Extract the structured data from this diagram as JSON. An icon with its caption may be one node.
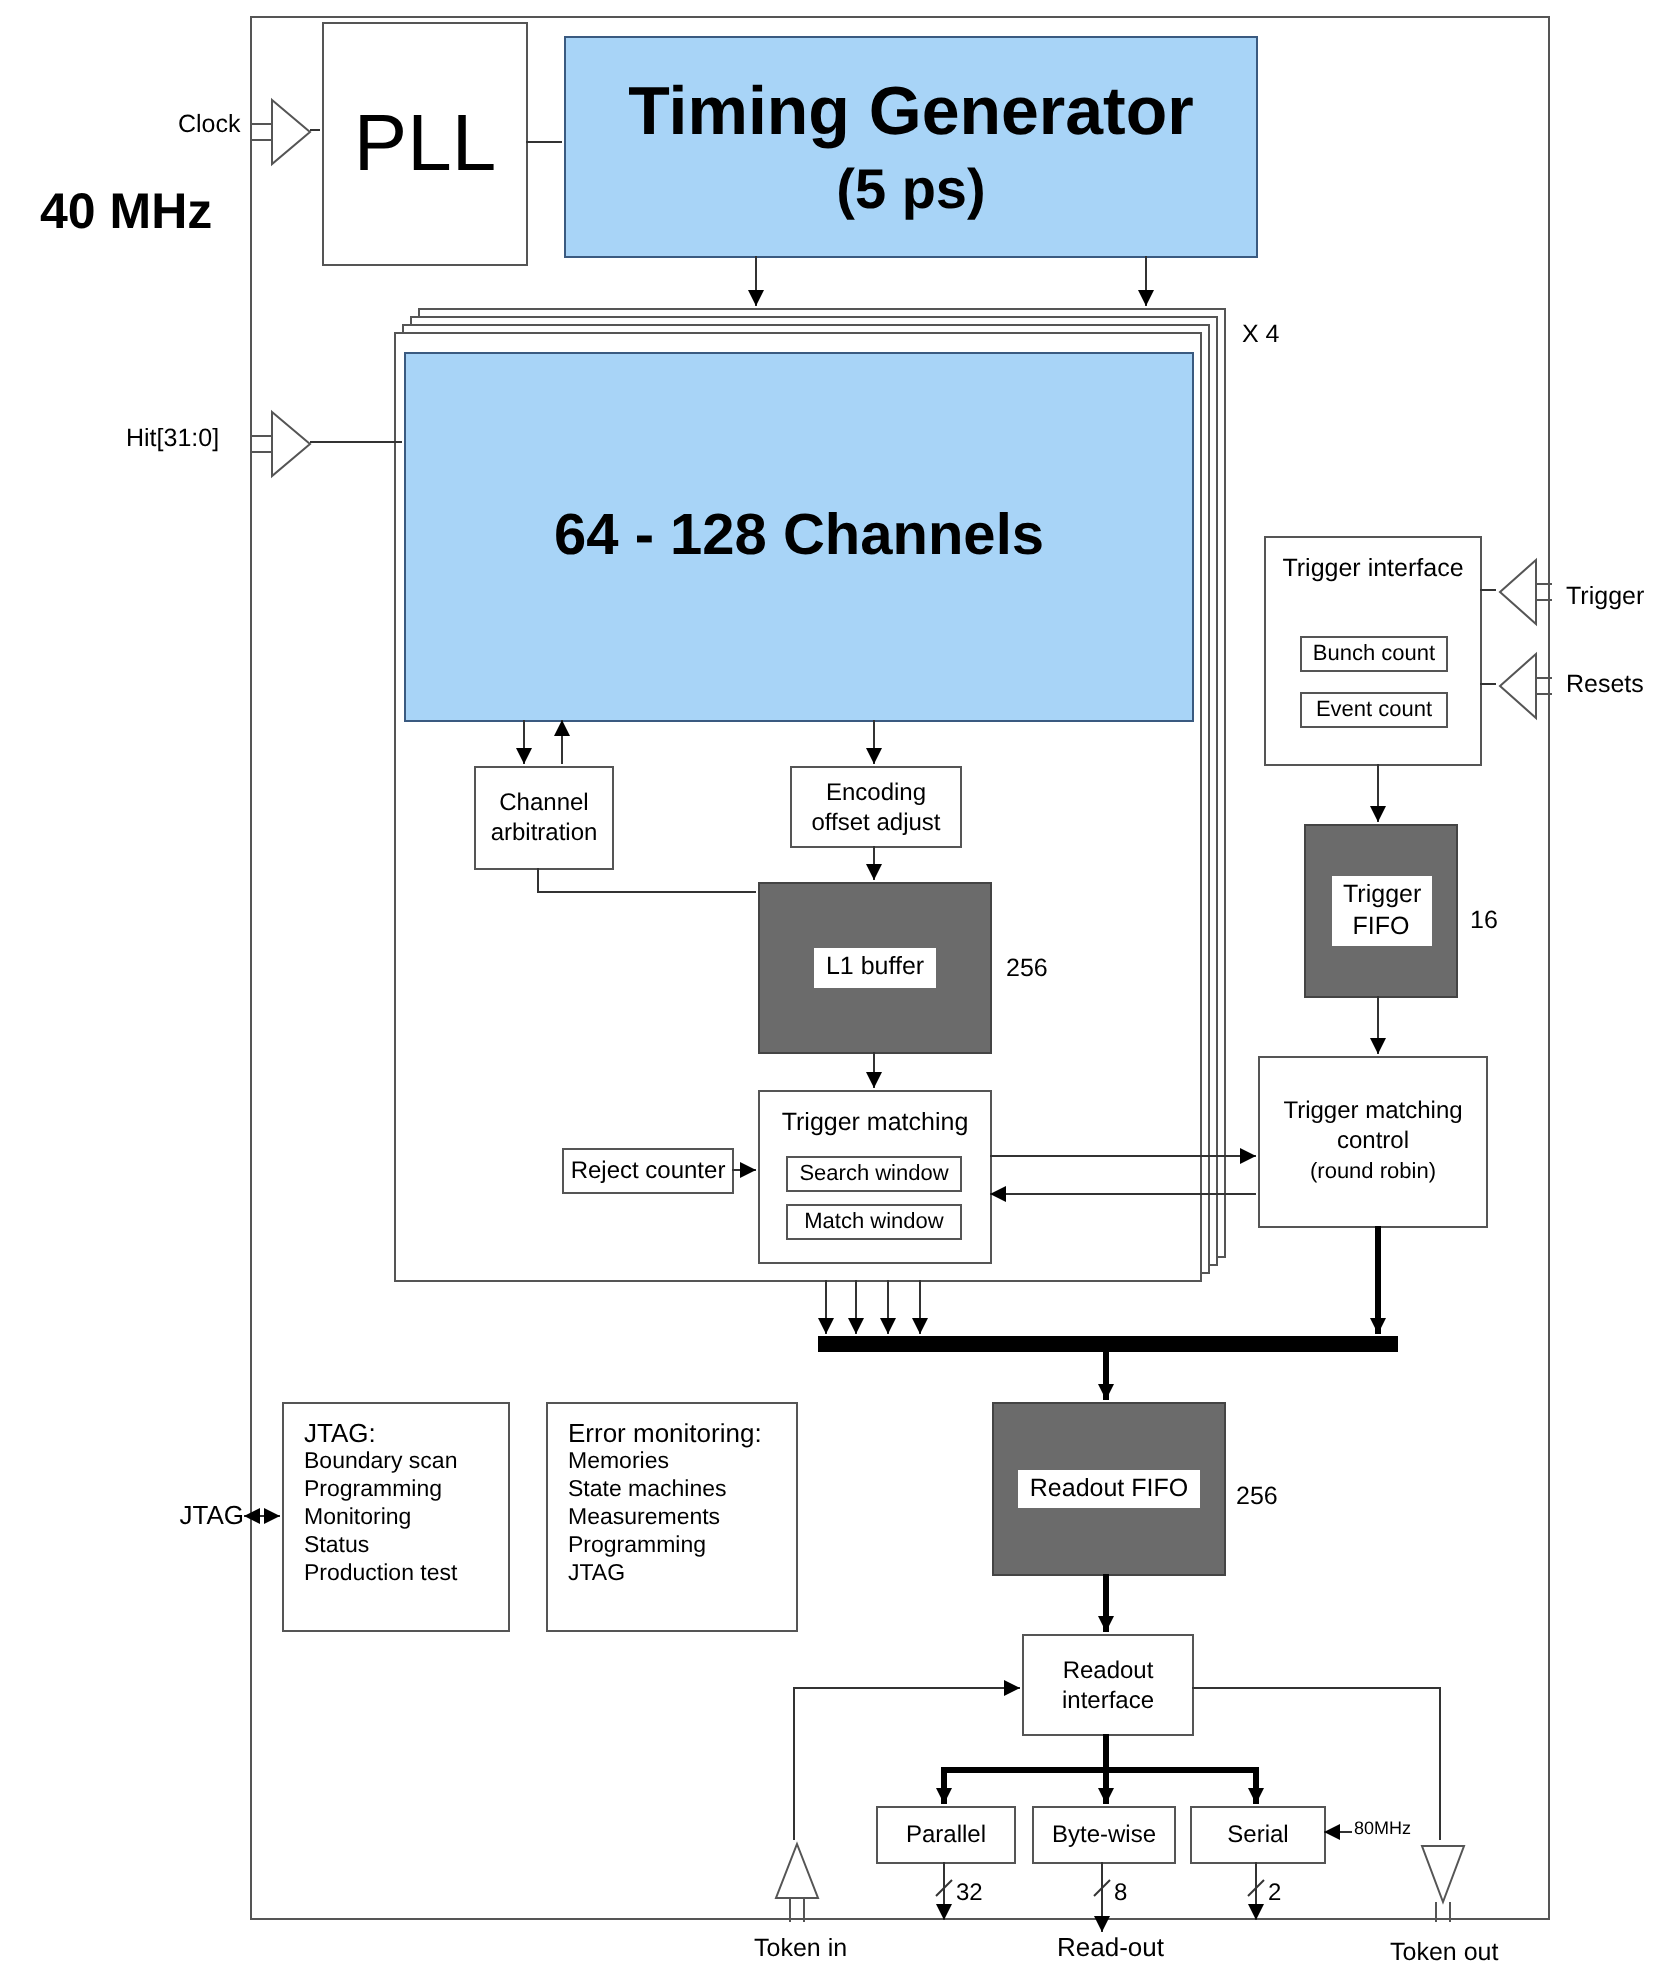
{
  "diagram": {
    "nodes": [
      {
        "text": [],
        "shape": "box"
      },
      {
        "text": [
          "PLL"
        ],
        "in": 0
      },
      {
        "text": [
          "Timing Generator",
          "(5 ps)"
        ],
        "in": 0
      },
      {
        "text": [],
        "shape": "box",
        "in": 0,
        "beside": [
          "X 4"
        ]
      },
      {
        "text": [
          "64 - 128 Channels"
        ],
        "in": 3
      },
      {
        "text": [
          "Channel arbitration"
        ],
        "in": 3
      },
      {
        "text": [
          "Encoding offset adjust"
        ],
        "in": 3
      },
      {
        "text": [
          "L1 buffer"
        ],
        "in": 3,
        "beside": [
          "256"
        ]
      },
      {
        "text": [
          "Trigger matching"
        ],
        "in": 3
      },
      {
        "text": [
          "Search window"
        ],
        "in": 8
      },
      {
        "text": [
          "Match window"
        ],
        "in": 8
      },
      {
        "text": [
          "Reject counter"
        ],
        "in": 3
      },
      {
        "text": [
          "Trigger interface"
        ],
        "in": 0
      },
      {
        "text": [
          "Bunch count"
        ],
        "in": 12
      },
      {
        "text": [
          "Event count"
        ],
        "in": 12
      },
      {
        "text": [
          "Trigger FIFO"
        ],
        "in": 0,
        "beside": [
          "16"
        ]
      },
      {
        "text": [
          "Trigger matching control",
          "(round robin)"
        ],
        "in": 0
      },
      {
        "text": [],
        "shape": "bar",
        "in": 0
      },
      {
        "text": [
          "Readout FIFO"
        ],
        "in": 0,
        "beside": [
          "256"
        ]
      },
      {
        "text": [
          "JTAG:",
          "Boundary scan",
          "Programming",
          "Monitoring",
          "Status",
          "Production test"
        ],
        "in": 0
      },
      {
        "text": [
          "Error monitoring:",
          "Memories",
          "State machines",
          "Measurements",
          "Programming",
          "JTAG"
        ],
        "in": 0
      },
      {
        "text": [
          "Readout interface"
        ],
        "in": 0
      },
      {
        "text": [
          "Parallel"
        ],
        "in": 0
      },
      {
        "text": [
          "Byte-wise"
        ],
        "in": 0
      },
      {
        "text": [
          "Serial"
        ],
        "in": 0
      },
      {
        "text": [],
        "shape": "triangle",
        "in": 0,
        "beside": [
          "Clock"
        ]
      },
      {
        "text": [],
        "shape": "triangle",
        "in": 0,
        "beside": [
          "Hit[31:0]"
        ]
      },
      {
        "text": [],
        "shape": "triangle",
        "in": 0,
        "beside": [
          "Trigger"
        ]
      },
      {
        "text": [],
        "shape": "triangle",
        "in": 0,
        "beside": [
          "Resets"
        ]
      },
      {
        "text": [],
        "shape": "triangle",
        "in": 0,
        "beside": [
          "Token in"
        ]
      },
      {
        "text": [],
        "shape": "triangle",
        "in": 0,
        "beside": [
          "Token out"
        ]
      },
      {
        "text": [
          "JTAG"
        ]
      },
      {
        "text": [
          "Read-out"
        ]
      }
    ],
    "edges": [
      {
        "from": 25,
        "to": 1,
        "arrow": "none"
      },
      {
        "from": 1,
        "to": 2,
        "arrow": "none"
      },
      {
        "from": 2,
        "to": 3,
        "arrow": "to"
      },
      {
        "from": 2,
        "to": 3,
        "arrow": "to"
      },
      {
        "from": 26,
        "to": 4,
        "arrow": "none"
      },
      {
        "from": 4,
        "to": 5,
        "arrow": "to"
      },
      {
        "from": 5,
        "to": 4,
        "arrow": "to"
      },
      {
        "from": 4,
        "to": 6,
        "arrow": "to"
      },
      {
        "from": 6,
        "to": 7,
        "arrow": "to"
      },
      {
        "from": 5,
        "to": 7,
        "arrow": "none"
      },
      {
        "from": 7,
        "to": 8,
        "arrow": "to"
      },
      {
        "from": 11,
        "to": 8,
        "arrow": "to"
      },
      {
        "from": 8,
        "to": 16,
        "arrow": "to"
      },
      {
        "from": 16,
        "to": 8,
        "arrow": "to"
      },
      {
        "from": 27,
        "to": 12,
        "arrow": "none"
      },
      {
        "from": 28,
        "to": 12,
        "arrow": "none"
      },
      {
        "from": 12,
        "to": 15,
        "arrow": "to"
      },
      {
        "from": 15,
        "to": 16,
        "arrow": "to"
      },
      {
        "from": 3,
        "to": 17,
        "arrow": "to"
      },
      {
        "from": 3,
        "to": 17,
        "arrow": "to"
      },
      {
        "from": 3,
        "to": 17,
        "arrow": "to"
      },
      {
        "from": 3,
        "to": 17,
        "arrow": "to"
      },
      {
        "from": 16,
        "to": 17,
        "arrow": "to",
        "style": "thick"
      },
      {
        "from": 17,
        "to": 18,
        "arrow": "to",
        "style": "thick"
      },
      {
        "from": 18,
        "to": 21,
        "arrow": "to",
        "style": "thick"
      },
      {
        "from": 29,
        "to": 21,
        "arrow": "to"
      },
      {
        "from": 21,
        "to": 30,
        "arrow": "none"
      },
      {
        "from": 21,
        "to": 22,
        "arrow": "to",
        "style": "thick"
      },
      {
        "from": 21,
        "to": 23,
        "arrow": "to",
        "style": "thick"
      },
      {
        "from": 21,
        "to": 24,
        "arrow": "to",
        "style": "thick"
      },
      {
        "from": 22,
        "to": null,
        "arrow": "to",
        "label": "32"
      },
      {
        "from": 23,
        "to": 32,
        "arrow": "to",
        "label": "8"
      },
      {
        "from": 24,
        "to": null,
        "arrow": "to",
        "label": "2"
      },
      {
        "from": null,
        "to": 24,
        "arrow": "to",
        "label": "80MHz"
      },
      {
        "from": 31,
        "to": 19,
        "arrow": "both"
      }
    ],
    "labels": [
      "40 MHz"
    ]
  }
}
